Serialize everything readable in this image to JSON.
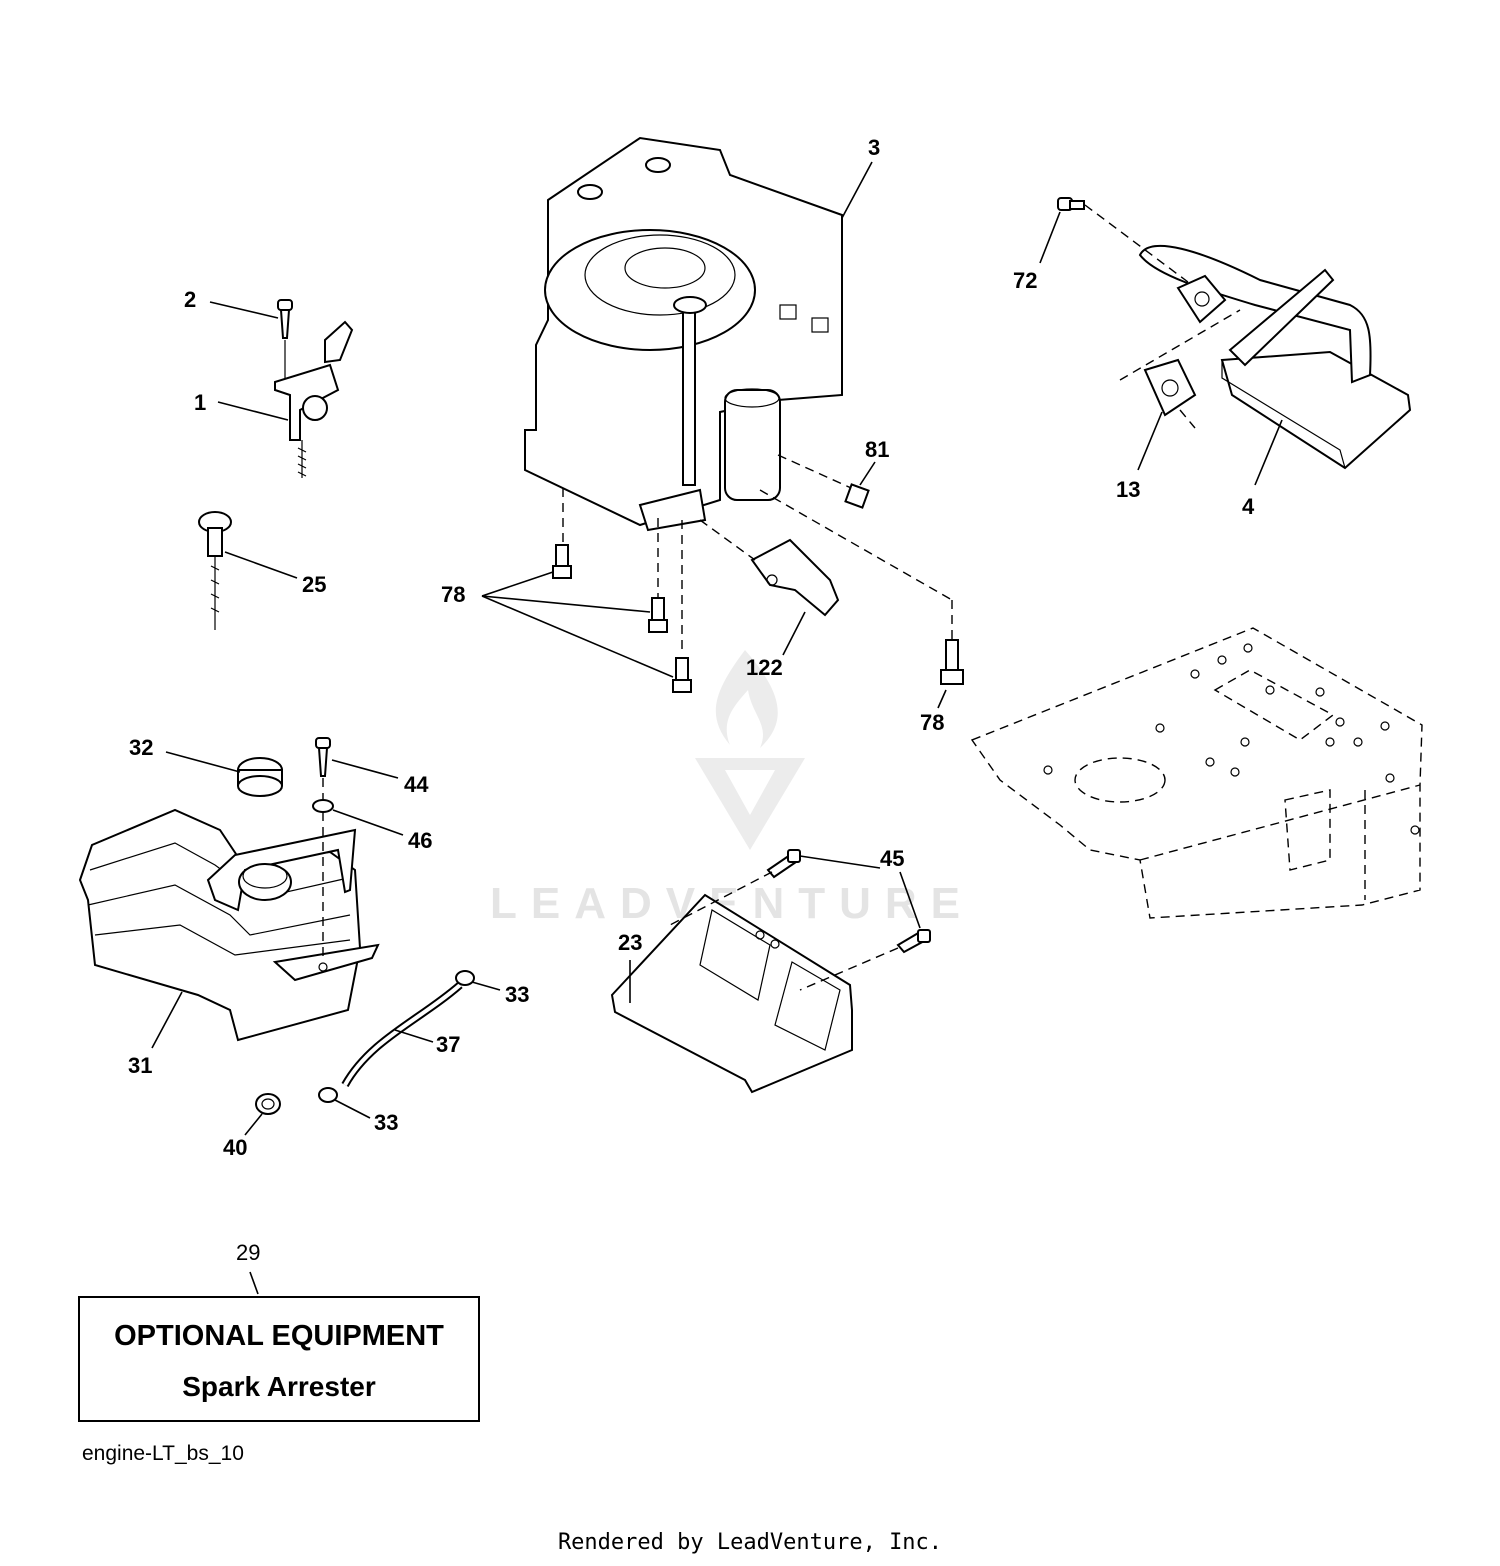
{
  "labels": {
    "l1": "1",
    "l2": "2",
    "l3": "3",
    "l4": "4",
    "l13": "13",
    "l23": "23",
    "l25": "25",
    "l29": "29",
    "l31": "31",
    "l32": "32",
    "l33a": "33",
    "l33b": "33",
    "l37": "37",
    "l40": "40",
    "l44": "44",
    "l45": "45",
    "l46": "46",
    "l72": "72",
    "l78a": "78",
    "l78b": "78",
    "l81": "81",
    "l122": "122"
  },
  "note": {
    "title": "OPTIONAL EQUIPMENT",
    "subtitle": "Spark Arrester"
  },
  "diagram_id": "engine-LT_bs_10",
  "watermark": "LEADVENTURE",
  "footer": "Rendered by LeadVenture, Inc."
}
